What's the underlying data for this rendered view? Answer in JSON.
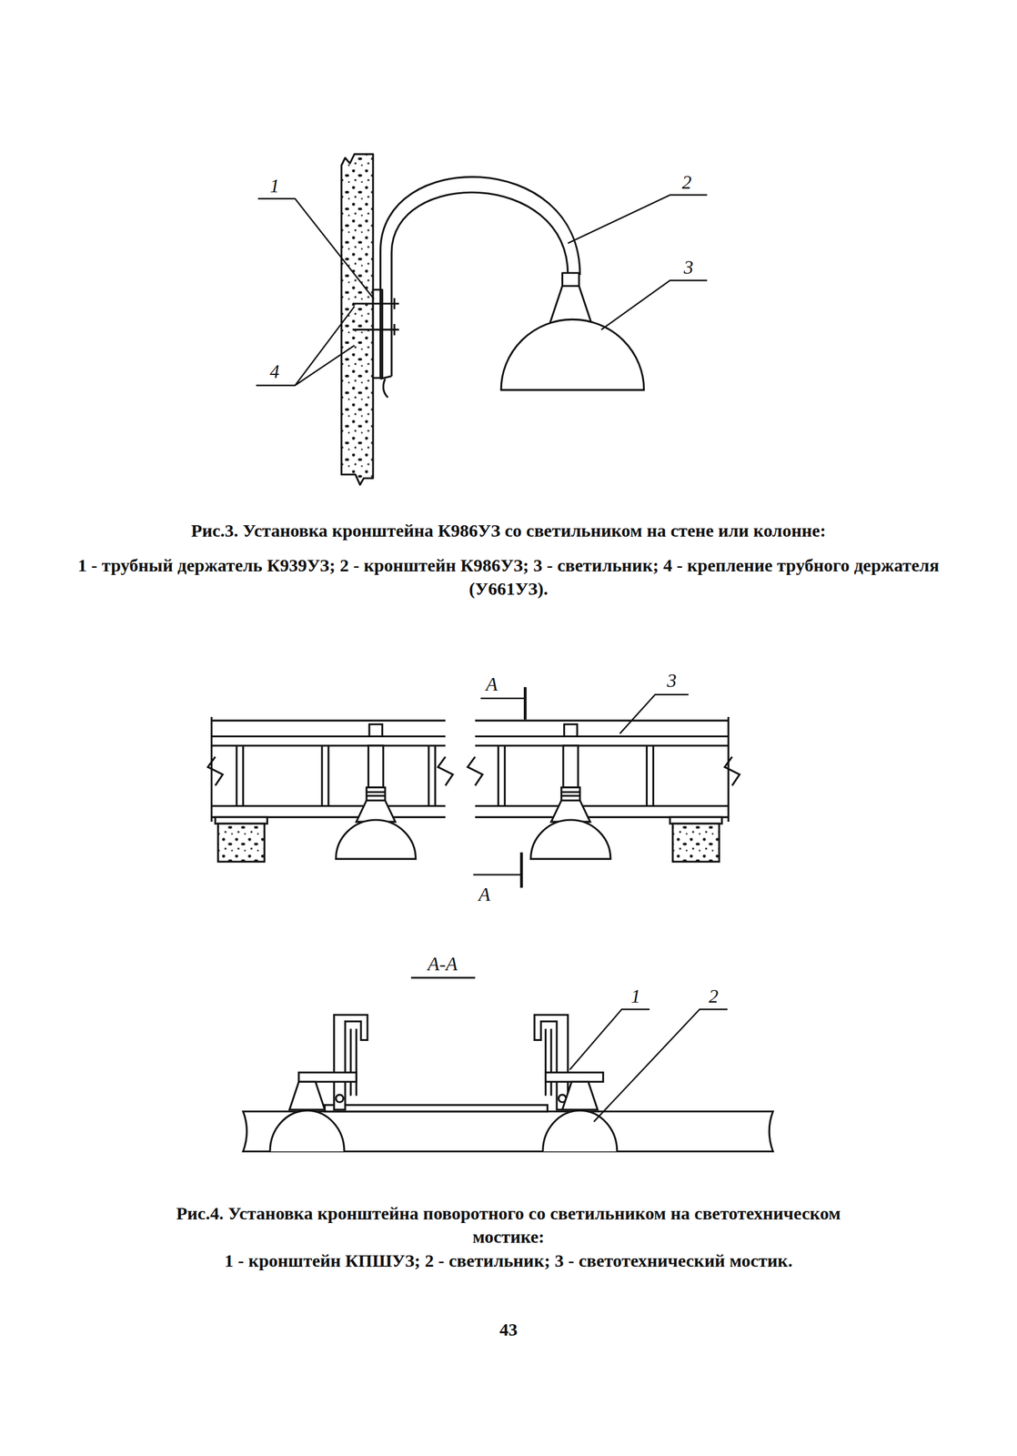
{
  "diagram": {
    "labels": [
      "1",
      "2",
      "3",
      "4",
      "Рис.3. Установка кронштейна К986УЗ со светильником на стене или колонне:",
      "1 - трубный держатель К939УЗ; 2 - кронштейн К986УЗ; 3 - светильник; 4 - крепление трубного держателя (У661УЗ).",
      "А",
      "3",
      "А",
      "А-А",
      "1",
      "2",
      "Рис.4. Установка кронштейна поворотного со светильником на светотехническом мостике:",
      "1 - кронштейн КПШУЗ; 2 - светильник; 3 - светотехнический мостик.",
      "43"
    ]
  }
}
